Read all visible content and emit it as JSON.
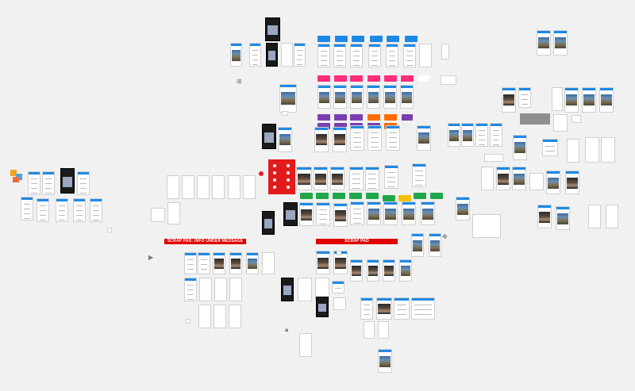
{
  "window": {
    "title": ""
  },
  "annotations": {
    "banner_left": "SCRAP PAD: INFO UNDER MESSAGE",
    "banner_right": "SCRAP PAD"
  },
  "colors": {
    "canvas_bg": "#f1f1f1",
    "accent_blue": "#1e88e5",
    "pink": "#ff2d7a",
    "purple": "#7b3fb2",
    "orange": "#ff6d00",
    "green": "#1fa84a",
    "red": "#e00000"
  },
  "icons": [
    "grid-icon",
    "play-icon",
    "lock-icon",
    "move-icon",
    "app-icon-cluster"
  ],
  "artboards": [
    {
      "kind": "phone-image",
      "header": "blue"
    },
    {
      "kind": "phone-dark",
      "header": "dark"
    },
    {
      "kind": "phone-list",
      "header": "blue"
    },
    {
      "kind": "phone-blank",
      "header": "none"
    }
  ],
  "chip_rows": [
    {
      "color": "blue"
    },
    {
      "color": "pink"
    },
    {
      "color": "purple"
    },
    {
      "color": "orange"
    },
    {
      "color": "green"
    }
  ]
}
